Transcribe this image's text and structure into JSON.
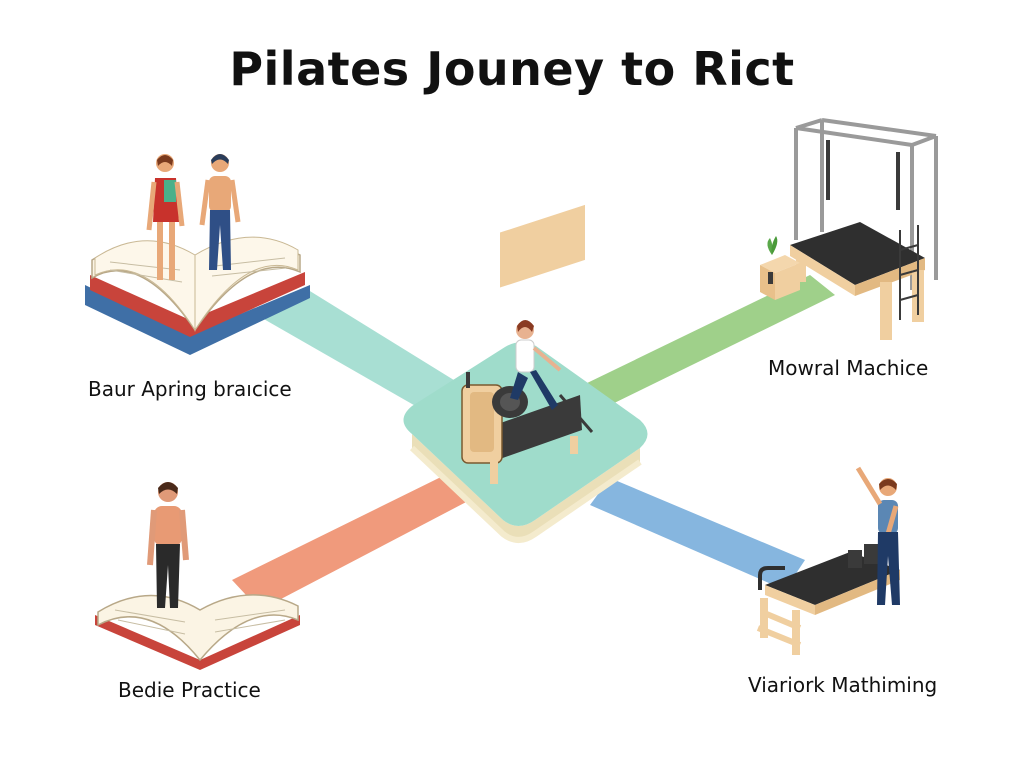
{
  "title": "Pilates Jouney to Rict",
  "stations": {
    "top_left": {
      "label": "Baur Apring braıcice"
    },
    "top_right": {
      "label": "Mowral Machice"
    },
    "bottom_left": {
      "label": "Bedie Practice"
    },
    "bottom_right": {
      "label": "Viariork Mathiming"
    }
  },
  "colors": {
    "path_top_left": "#a8dfd3",
    "path_top_right": "#9fd08a",
    "path_bottom_left": "#f09a7c",
    "path_bottom_right": "#86b6df",
    "hub_top": "#9fdccb",
    "hub_base": "#f4ebcd",
    "wood": "#f0cfa0",
    "equipment_dark": "#3a3a3a",
    "book_red": "#c8443b",
    "book_blue": "#3f6fa6",
    "page_cream": "#fbf4e4"
  }
}
